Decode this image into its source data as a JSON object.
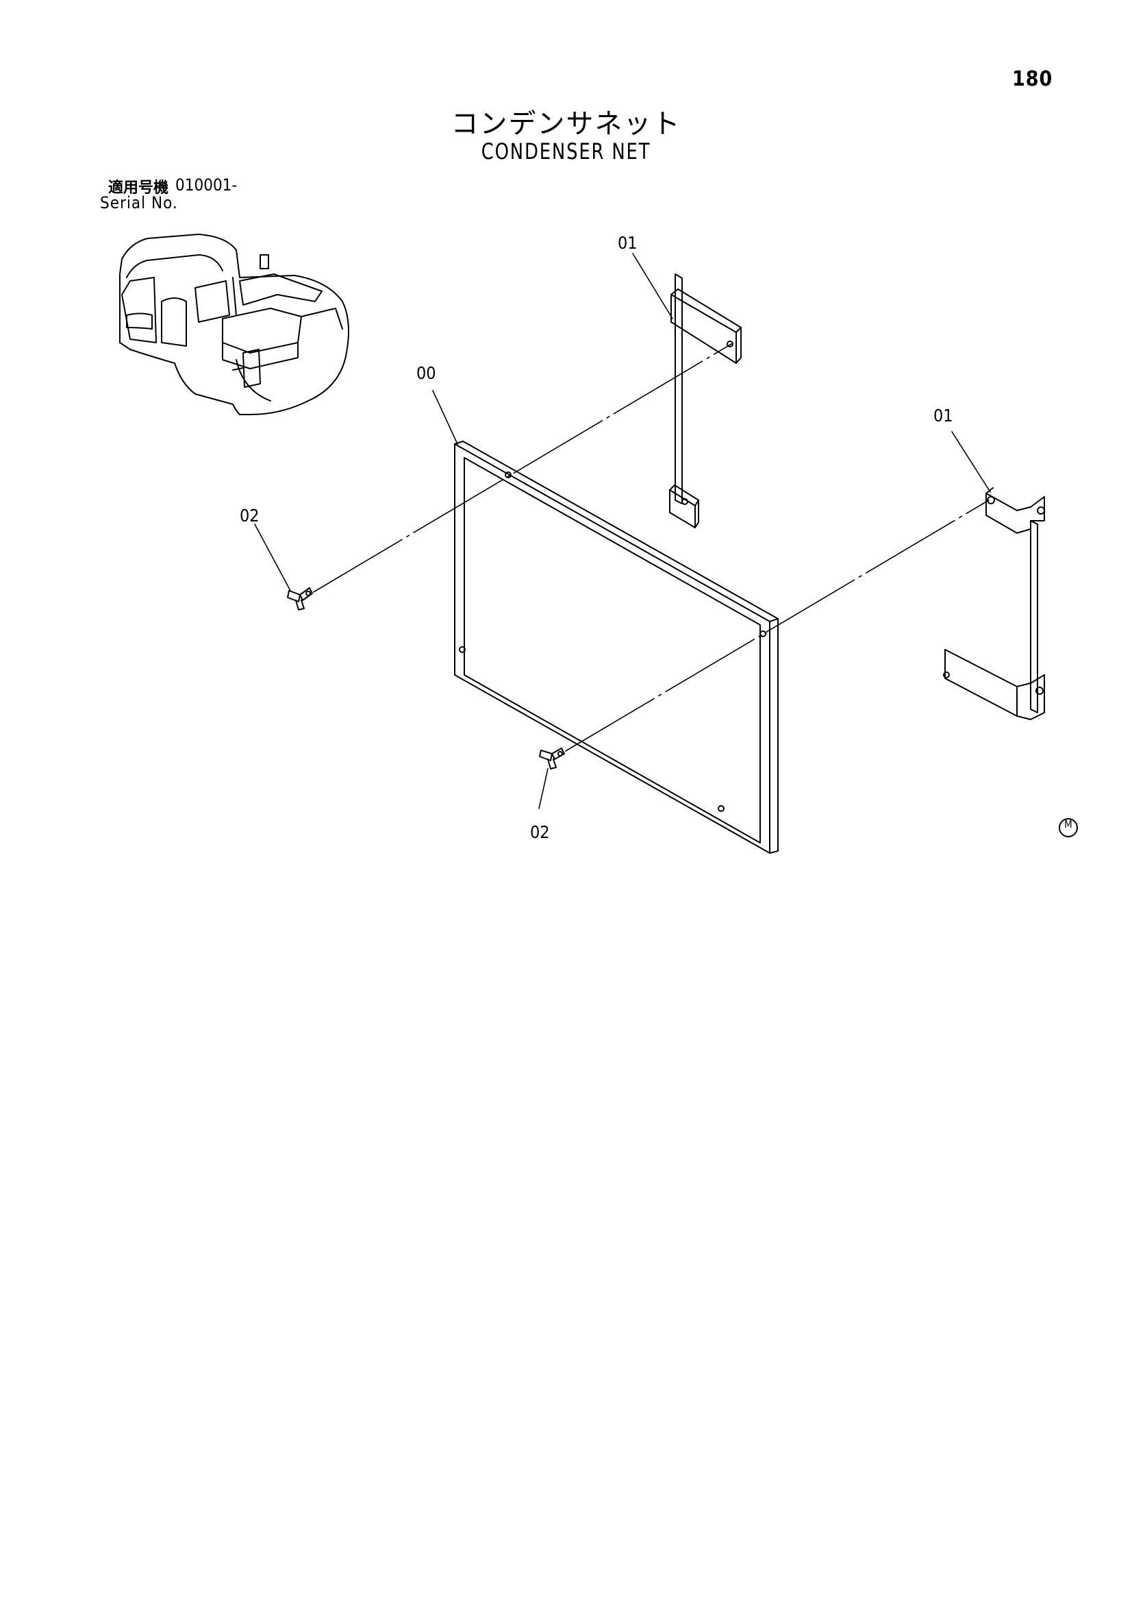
{
  "page_number": "180",
  "title": {
    "japanese": "コンデンサネット",
    "english": "CONDENSER NET"
  },
  "serial": {
    "label_japanese": "適用号機",
    "value": "010001-",
    "label_english": "Serial No."
  },
  "callouts": {
    "net": "00",
    "bracket_top": "01",
    "bracket_right": "01",
    "wing_nut_left": "02",
    "wing_nut_bottom": "02"
  },
  "mark": "M"
}
